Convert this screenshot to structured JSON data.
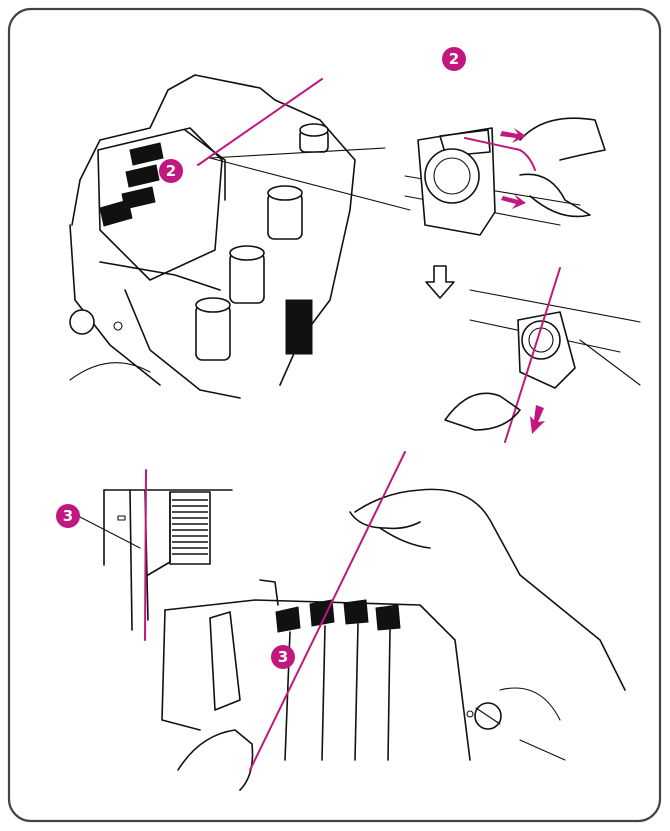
{
  "colors": {
    "thread": "#c0187f",
    "badge": "#c0187f",
    "line": "#111111",
    "frame": "#444444"
  },
  "badges": {
    "step2_machine": "2",
    "step2_header": "2",
    "step3_detail": "3",
    "step3_machine": "3"
  },
  "icons": {
    "arrow_down": "down-outline-arrow-icon"
  }
}
